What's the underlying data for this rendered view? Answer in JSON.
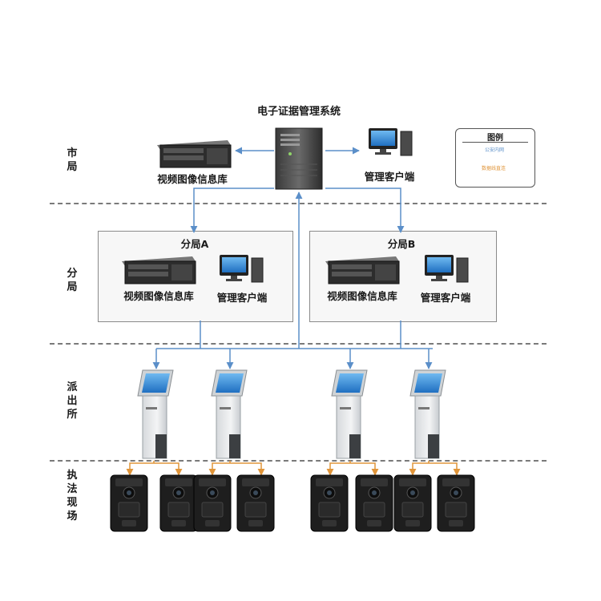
{
  "title": "电子证据管理系统",
  "tiers": {
    "city": "市局",
    "branch": "分局",
    "station": "派出所",
    "field": "执法现场"
  },
  "city": {
    "video_db": "视频图像信息库",
    "client": "管理客户端"
  },
  "branches": [
    {
      "name": "分局A",
      "video_db": "视频图像信息库",
      "client": "管理客户端"
    },
    {
      "name": "分局B",
      "video_db": "视频图像信息库",
      "client": "管理客户端"
    }
  ],
  "legend": {
    "title": "图例",
    "items": [
      {
        "label": "公安内网",
        "color": "#5b8fc9"
      },
      {
        "label": "数据线直连",
        "color": "#e0953a"
      }
    ]
  },
  "colors": {
    "network": "#5b8fc9",
    "usb": "#e0953a",
    "divider": "#7a7a7a"
  }
}
